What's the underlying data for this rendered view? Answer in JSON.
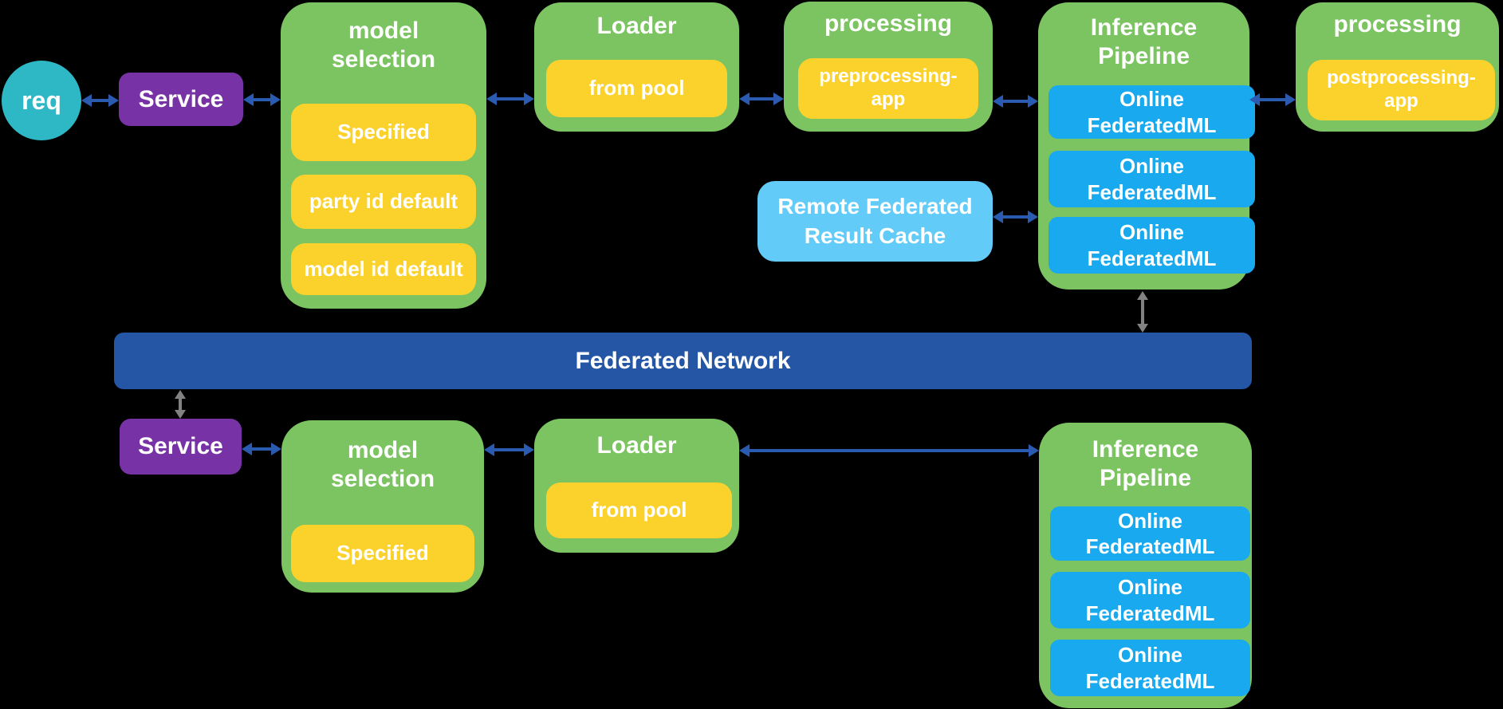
{
  "colors": {
    "background": "#000000",
    "green": "#7CC462",
    "yellow": "#FBD12C",
    "blue_item": "#18A9EE",
    "light_blue": "#63CBF7",
    "purple": "#7733A6",
    "teal": "#2EB8C5",
    "bar_blue": "#2456A5",
    "arrow_blue": "#2A5BB0",
    "arrow_gray": "#828282",
    "text": "#FFFFFF"
  },
  "top_row": {
    "req_label": "req",
    "service_label": "Service",
    "model_selection": {
      "title": "model selection",
      "items": [
        "Specified",
        "party id default",
        "model id default"
      ]
    },
    "loader": {
      "title": "Loader",
      "items": [
        "from pool"
      ]
    },
    "preprocessing": {
      "title": "processing",
      "items": [
        "preprocessing-app"
      ]
    },
    "inference_pipeline": {
      "title": "Inference Pipeline",
      "items": [
        "Online FederatedML",
        "Online FederatedML",
        "Online FederatedML"
      ]
    },
    "postprocessing": {
      "title": "processing",
      "items": [
        "postprocessing-app"
      ]
    },
    "remote_cache_label": "Remote Federated Result Cache"
  },
  "federated_network_label": "Federated Network",
  "bottom_row": {
    "service_label": "Service",
    "model_selection": {
      "title": "model selection",
      "items": [
        "Specified"
      ]
    },
    "loader": {
      "title": "Loader",
      "items": [
        "from pool"
      ]
    },
    "inference_pipeline": {
      "title": "Inference Pipeline",
      "items": [
        "Online FederatedML",
        "Online FederatedML",
        "Online FederatedML"
      ]
    }
  }
}
